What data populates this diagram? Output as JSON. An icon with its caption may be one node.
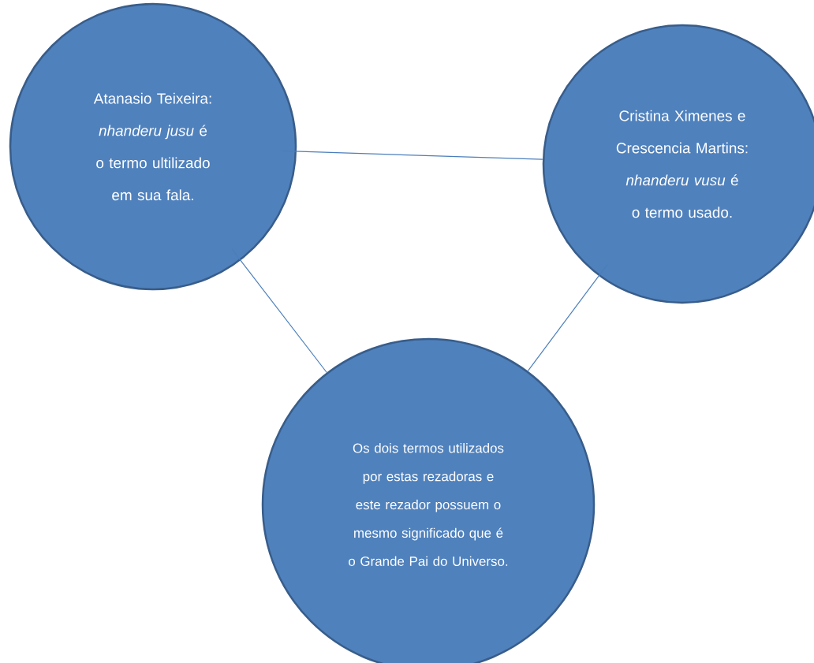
{
  "diagram": {
    "nodes": [
      {
        "text": [
          "Atanasio Teixeira: *nhanderu jusu* é o termo ultilizado em sua fala."
        ]
      },
      {
        "text": [
          "Cristina Ximenes e Crescencia Martins: *nhanderu vusu* é o termo usado."
        ]
      },
      {
        "text": [
          "Os dois termos utilizados por estas rezadoras e este rezador possuem o mesmo significado que é o Grande Pai do Universo."
        ]
      }
    ],
    "edges": [
      {
        "from": 0,
        "to": 1,
        "arrow": "none"
      },
      {
        "from": 0,
        "to": 2,
        "arrow": "none"
      },
      {
        "from": 1,
        "to": 2,
        "arrow": "none"
      }
    ]
  }
}
